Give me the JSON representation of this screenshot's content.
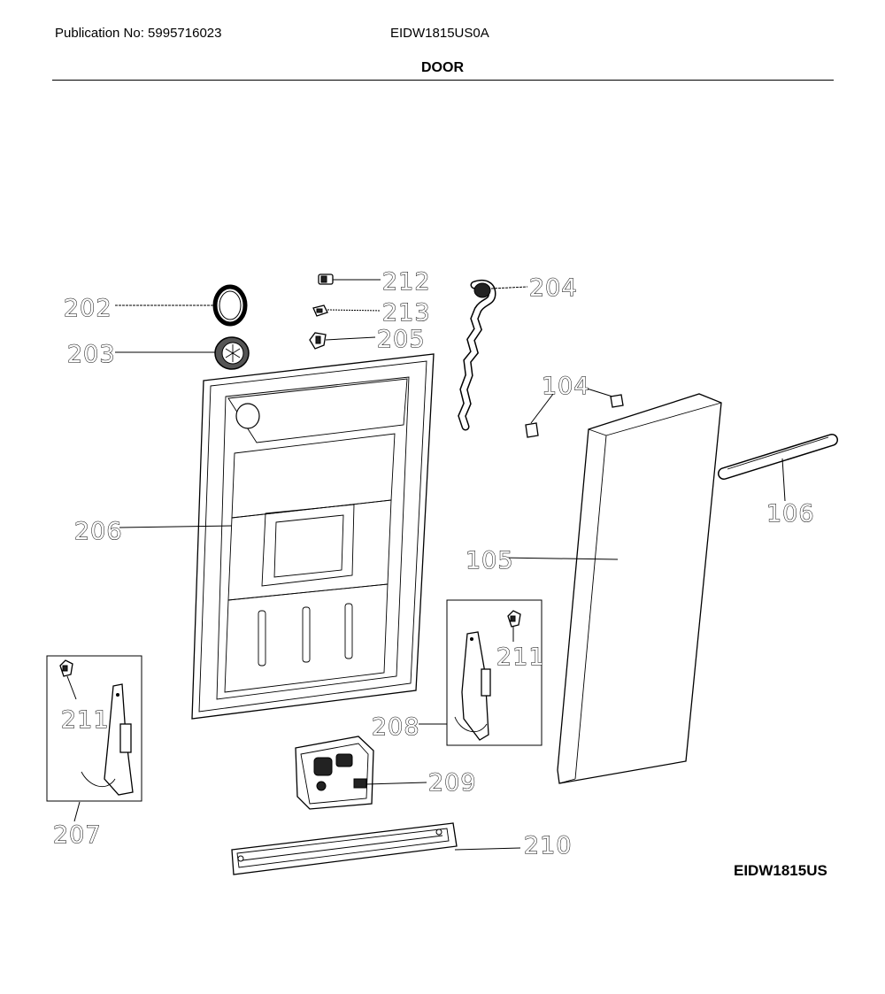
{
  "header": {
    "publication": "Publication No: 5995716023",
    "model": "EIDW1815US0A",
    "section": "DOOR"
  },
  "footer": {
    "model_code": "EIDW1815US"
  },
  "callouts": [
    {
      "id": "212",
      "label": "212"
    },
    {
      "id": "213",
      "label": "213"
    },
    {
      "id": "205",
      "label": "205"
    },
    {
      "id": "202",
      "label": "202"
    },
    {
      "id": "203",
      "label": "203"
    },
    {
      "id": "204",
      "label": "204"
    },
    {
      "id": "104",
      "label": "104"
    },
    {
      "id": "106",
      "label": "106"
    },
    {
      "id": "206",
      "label": "206"
    },
    {
      "id": "105",
      "label": "105"
    },
    {
      "id": "211a",
      "label": "211"
    },
    {
      "id": "208",
      "label": "208"
    },
    {
      "id": "211b",
      "label": "211"
    },
    {
      "id": "207",
      "label": "207"
    },
    {
      "id": "209",
      "label": "209"
    },
    {
      "id": "210",
      "label": "210"
    }
  ]
}
